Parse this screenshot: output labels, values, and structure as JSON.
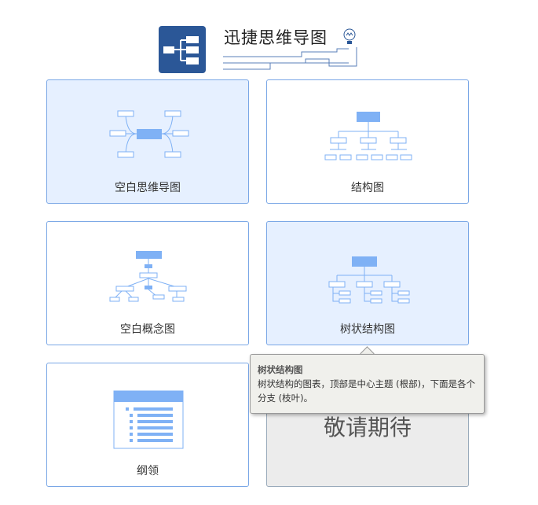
{
  "app": {
    "title": "迅捷思维导图"
  },
  "templates": [
    {
      "label": "空白思维导图"
    },
    {
      "label": "结构图"
    },
    {
      "label": "空白概念图"
    },
    {
      "label": "树状结构图"
    },
    {
      "label": "纲领"
    },
    {
      "label": "敬请期待"
    }
  ],
  "tooltip": {
    "title": "树状结构图",
    "body": "树状结构的图表，顶部是中心主题 (根部)，下面是各个分支 (枝叶)。"
  },
  "colors": {
    "accent": "#2b5797",
    "node": "#7fb1f5",
    "card_hover": "#e6f0ff"
  }
}
